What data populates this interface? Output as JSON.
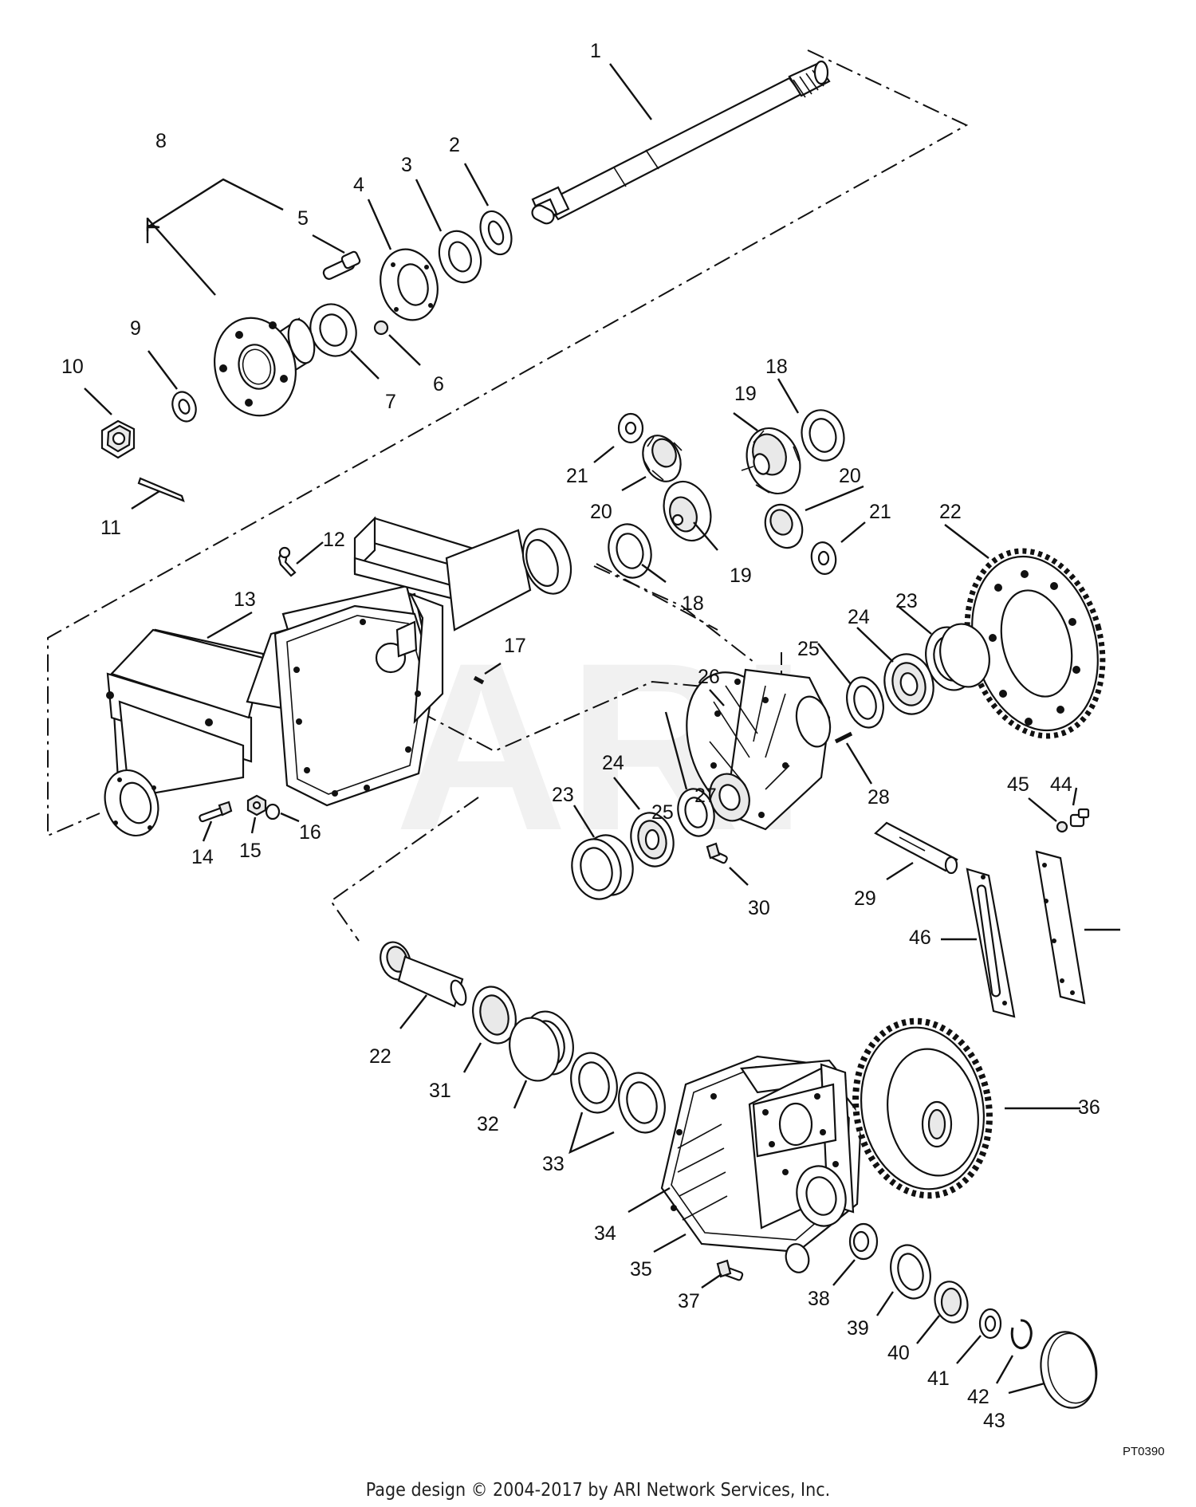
{
  "watermark": "ARI",
  "drawing_code": "PT0390",
  "footer": "Page design © 2004-2017 by ARI Network Services, Inc.",
  "callouts": [
    "1",
    "2",
    "3",
    "4",
    "5",
    "6",
    "7",
    "8",
    "9",
    "10",
    "11",
    "12",
    "13",
    "14",
    "15",
    "16",
    "17",
    "18",
    "18",
    "19",
    "19",
    "20",
    "20",
    "21",
    "21",
    "22",
    "22",
    "23",
    "23",
    "24",
    "24",
    "25",
    "25",
    "26",
    "27",
    "28",
    "29",
    "30",
    "31",
    "32",
    "33",
    "34",
    "35",
    "36",
    "37",
    "38",
    "39",
    "40",
    "41",
    "42",
    "43",
    "44",
    "45",
    "46"
  ]
}
